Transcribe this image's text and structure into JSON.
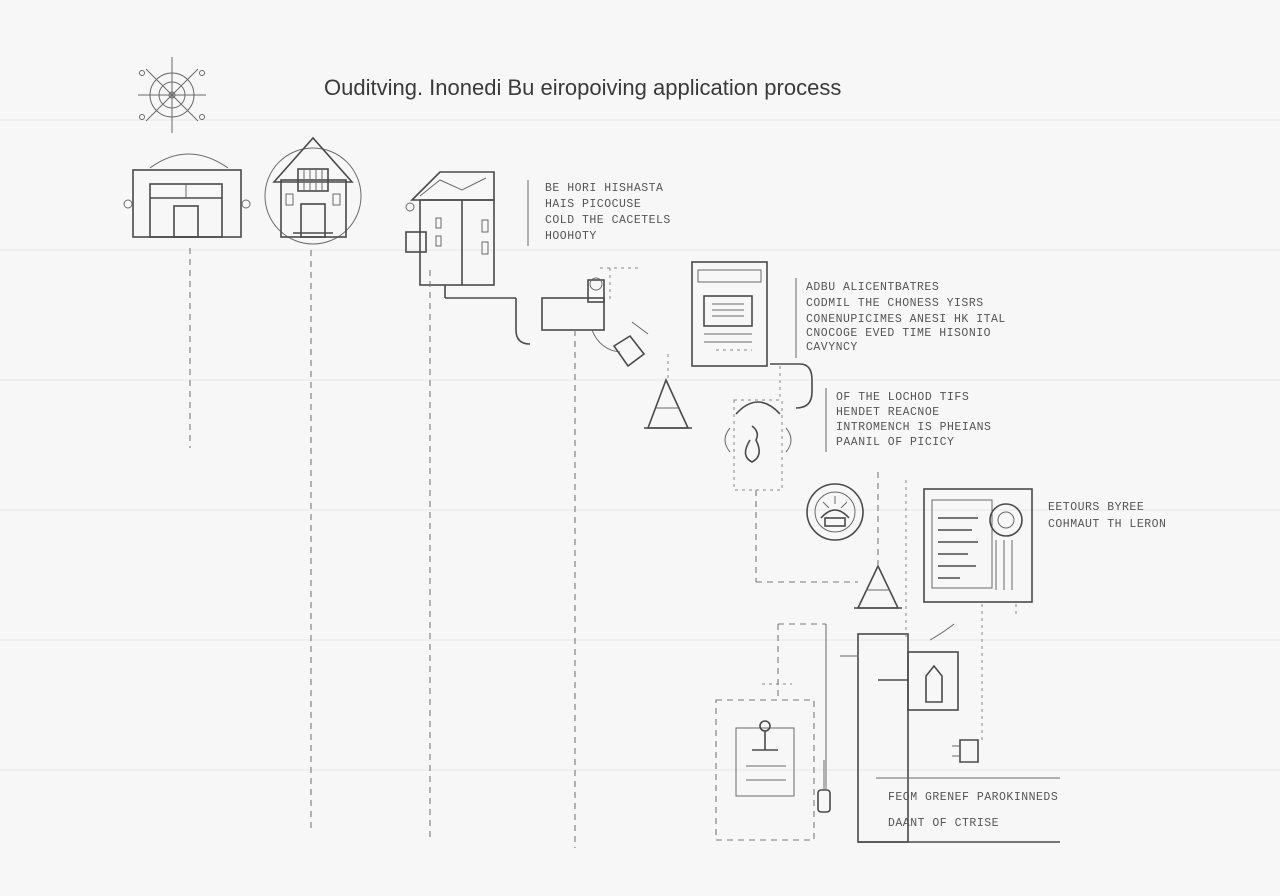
{
  "title": "Ouditving. Inonedi Bu eiropoiving application process",
  "notes": {
    "house_note": [
      "BE HORI HISHASTA",
      "HAIS PICOCUSE",
      "COLD THE CACETELS",
      "HOOHOTY"
    ],
    "form_note": [
      "ADBU ALICENTBATRES",
      "CODMIL THE CHONESS YISRS",
      "CONENUPICIMES ANESI HK ITAL",
      "CNOCOGE EVED TIME HISONIO",
      "CAVYNCY"
    ],
    "bulb_note": [
      "OF THE LOCHOD TIFS",
      "HENDET REACNOE",
      "INTROMENCH IS PHEIANS",
      "PAANIL OF PICICY"
    ],
    "document_note": [
      "EETOURS BYREE",
      "COHMAUT TH LERON"
    ],
    "bottom_note": [
      "FEOM GRENEF PAROKINNEDS",
      "DAANT OF CTRISE"
    ]
  },
  "icons": {
    "compass": "compass-icon",
    "building": "building-icon",
    "house": "house-icon",
    "townhouse": "townhouse-icon",
    "faucet": "faucet-icon",
    "form": "form-document-icon",
    "cone_a": "cone-icon",
    "bulb": "lightbulb-icon",
    "gauge": "gauge-icon",
    "cone_b": "cone-icon",
    "document": "document-icon",
    "kiosk": "kiosk-icon",
    "stand": "display-stand-icon",
    "plug": "plug-icon"
  }
}
